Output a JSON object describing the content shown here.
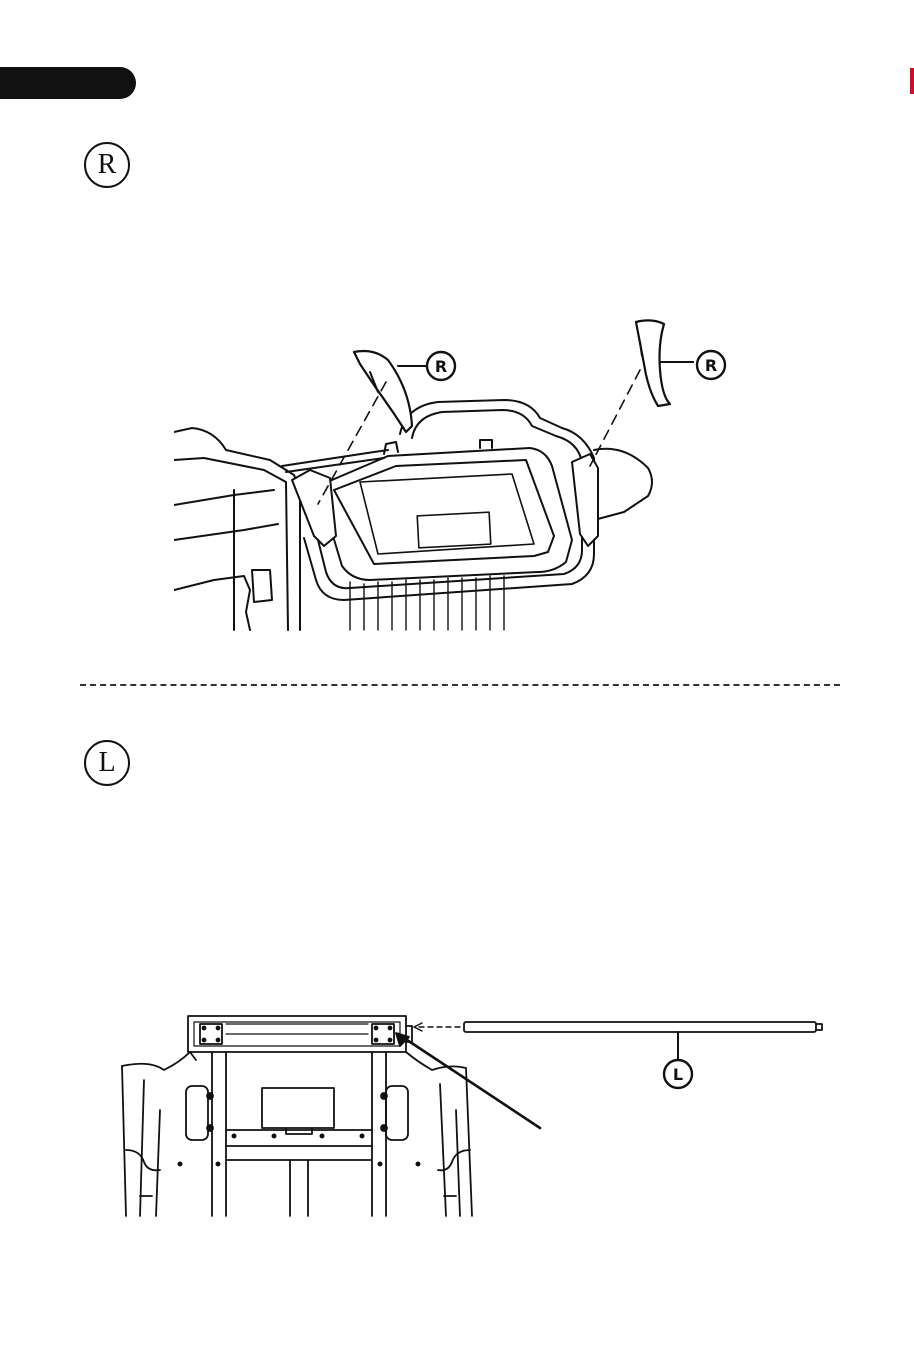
{
  "step_r": {
    "badge": "R",
    "callout_left": "R",
    "callout_right": "R"
  },
  "step_l": {
    "badge": "L",
    "callout": "L"
  },
  "colors": {
    "tab": "#111111",
    "edge_mark": "#c8102e",
    "line": "#111111"
  }
}
